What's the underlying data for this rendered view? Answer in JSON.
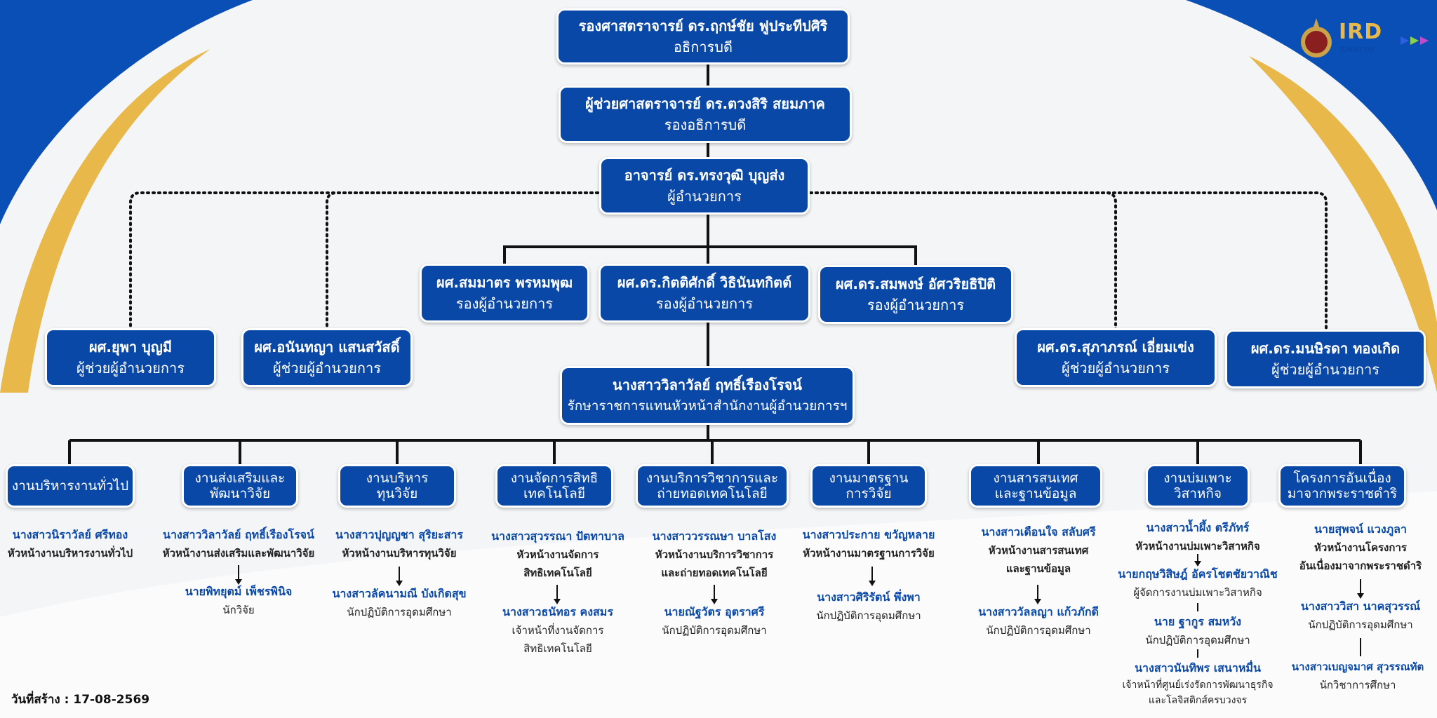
{
  "colors": {
    "box": "#0a48a8",
    "name_text": "#0a48a8",
    "bg_blue": "#0a4fb6",
    "bg_gold": "#e8b84a"
  },
  "top": {
    "name": "รองศาสตราจารย์ ดร.ฤกษ์ชัย ฟูประทีปศิริ",
    "position": "อธิการบดี"
  },
  "vp": {
    "name": "ผู้ช่วยศาสตราจารย์ ดร.ตวงสิริ สยมภาค",
    "position": "รองอธิการบดี"
  },
  "director": {
    "name": "อาจารย์ ดร.ทรงวุฒิ บุญส่ง",
    "position": "ผู้อำนวยการ"
  },
  "deputies": [
    {
      "name": "ผศ.สมมาตร พรหมพุฒ",
      "position": "รองผู้อำนวยการ"
    },
    {
      "name": "ผศ.ดร.กิตติศักดิ์ วิธินันทกิตต์",
      "position": "รองผู้อำนวยการ"
    },
    {
      "name": "ผศ.ดร.สมพงษ์ อัศวริยธิปิติ",
      "position": "รองผู้อำนวยการ"
    }
  ],
  "assistants": [
    {
      "name": "ผศ.ยุพา บุญมี",
      "position": "ผู้ช่วยผู้อำนวยการ"
    },
    {
      "name": "ผศ.อนันทญา แสนสวัสดิ์",
      "position": "ผู้ช่วยผู้อำนวยการ"
    },
    {
      "name": "ผศ.ดร.สุภาภรณ์ เอี่ยมเข่ง",
      "position": "ผู้ช่วยผู้อำนวยการ"
    },
    {
      "name": "ผศ.ดร.มนษิรดา ทองเกิด",
      "position": "ผู้ช่วยผู้อำนวยการ"
    }
  ],
  "office_head": {
    "name": "นางสาววิลาวัลย์ ฤทธิ์เรืองโรจน์",
    "position": "รักษาราชการแทนหัวหน้าสำนักงานผู้อำนวยการฯ"
  },
  "departments": [
    {
      "lines": [
        "งานบริหารงานทั่วไป"
      ],
      "staff": [
        {
          "name": "นางสาวนิราวัลย์ ศรีทอง",
          "pos": [
            "หัวหน้างานบริหารงานทั่วไป"
          ]
        }
      ]
    },
    {
      "lines": [
        "งานส่งเสริมและ",
        "พัฒนาวิจัย"
      ],
      "staff": [
        {
          "name": "นางสาววิลาวัลย์ ฤทธิ์เรืองโรจน์",
          "pos": [
            "หัวหน้างานส่งเสริมและพัฒนาวิจัย"
          ]
        },
        {
          "name": "นายพิทยุตม์ เพ็ชรพินิจ",
          "pos": [
            "นักวิจัย"
          ]
        }
      ]
    },
    {
      "lines": [
        "งานบริหาร",
        "ทุนวิจัย"
      ],
      "staff": [
        {
          "name": "นางสาวปุญญชา สุริยะสาร",
          "pos": [
            "หัวหน้างานบริหารทุนวิจัย"
          ]
        },
        {
          "name": "นางสาวลัคนามณี บังเกิดสุข",
          "pos": [
            "นักปฏิบัติการอุดมศึกษา"
          ]
        }
      ]
    },
    {
      "lines": [
        "งานจัดการสิทธิ",
        "เทคโนโลยี"
      ],
      "staff": [
        {
          "name": "นางสาวสุวรรณา ปัตทาบาล",
          "pos": [
            "หัวหน้างานจัดการ",
            "สิทธิเทคโนโลยี"
          ]
        },
        {
          "name": "นางสาวธนัทอร คงสมร",
          "pos": [
            "เจ้าหน้าที่งานจัดการ",
            "สิทธิเทคโนโลยี"
          ]
        }
      ]
    },
    {
      "lines": [
        "งานบริการวิชาการและ",
        "ถ่ายทอดเทคโนโลยี"
      ],
      "staff": [
        {
          "name": "นางสาววรรณษา บาลโสง",
          "pos": [
            "หัวหน้างานบริการวิชาการ",
            "และถ่ายทอดเทคโนโลยี"
          ]
        },
        {
          "name": "นายณัฐวัตร อุตราศรี",
          "pos": [
            "นักปฏิบัติการอุดมศึกษา"
          ]
        }
      ]
    },
    {
      "lines": [
        "งานมาตรฐาน",
        "การวิจัย"
      ],
      "staff": [
        {
          "name": "นางสาวประกาย ขวัญหลาย",
          "pos": [
            "หัวหน้างานมาตรฐานการวิจัย"
          ]
        },
        {
          "name": "นางสาวศิริรัตน์ พึ่งพา",
          "pos": [
            "นักปฏิบัติการอุดมศึกษา"
          ]
        }
      ]
    },
    {
      "lines": [
        "งานสารสนเทศ",
        "และฐานข้อมูล"
      ],
      "staff": [
        {
          "name": "นางสาวเดือนใจ สลับศรี",
          "pos": [
            "หัวหน้างานสารสนเทศ",
            "และฐานข้อมูล"
          ]
        },
        {
          "name": "นางสาววัลลญา แก้วภักดี",
          "pos": [
            "นักปฏิบัติการอุดมศึกษา"
          ]
        }
      ]
    },
    {
      "lines": [
        "งานบ่มเพาะ",
        "วิสาหกิจ"
      ],
      "staff": [
        {
          "name": "นางสาวน้ำผึ้ง ตรีภัทร์",
          "pos": [
            "หัวหน้างานบ่มเพาะวิสาหกิจ"
          ]
        },
        {
          "name": "นายกฤษวิสิษฎ์ อัครโชตชัยวาณิช",
          "pos": [
            "ผู้จัดการงานบ่มเพาะวิสาหกิจ"
          ]
        },
        {
          "name": "นาย ฐากูร สมหวัง",
          "pos": [
            "นักปฏิบัติการอุดมศึกษา"
          ]
        },
        {
          "name": "นางสาวนันทิพร เสนาหมื่น",
          "pos": [
            "เจ้าหน้าที่ศูนย์เร่งรัดการพัฒนาธุรกิจ",
            "และโลจิสติกส์ครบวงจร"
          ]
        }
      ]
    },
    {
      "lines": [
        "โครงการอันเนื่อง",
        "มาจากพระราชดำริ"
      ],
      "staff": [
        {
          "name": "นายสุพจน์ แวงภูลา",
          "pos": [
            "หัวหน้างานโครงการ",
            "อันเนื่องมาจากพระราชดำริ"
          ]
        },
        {
          "name": "นางสาววิสา นาคสุวรรณ์",
          "pos": [
            "นักปฏิบัติการอุดมศึกษา"
          ]
        },
        {
          "name": "นางสาวเบญจมาศ สุวรรณทัต",
          "pos": [
            "นักวิชาการศึกษา"
          ]
        }
      ]
    }
  ],
  "logo": {
    "text": "IRD",
    "sub": "RMUTTO"
  },
  "created": "วันที่สร้าง : 17-08-2569"
}
